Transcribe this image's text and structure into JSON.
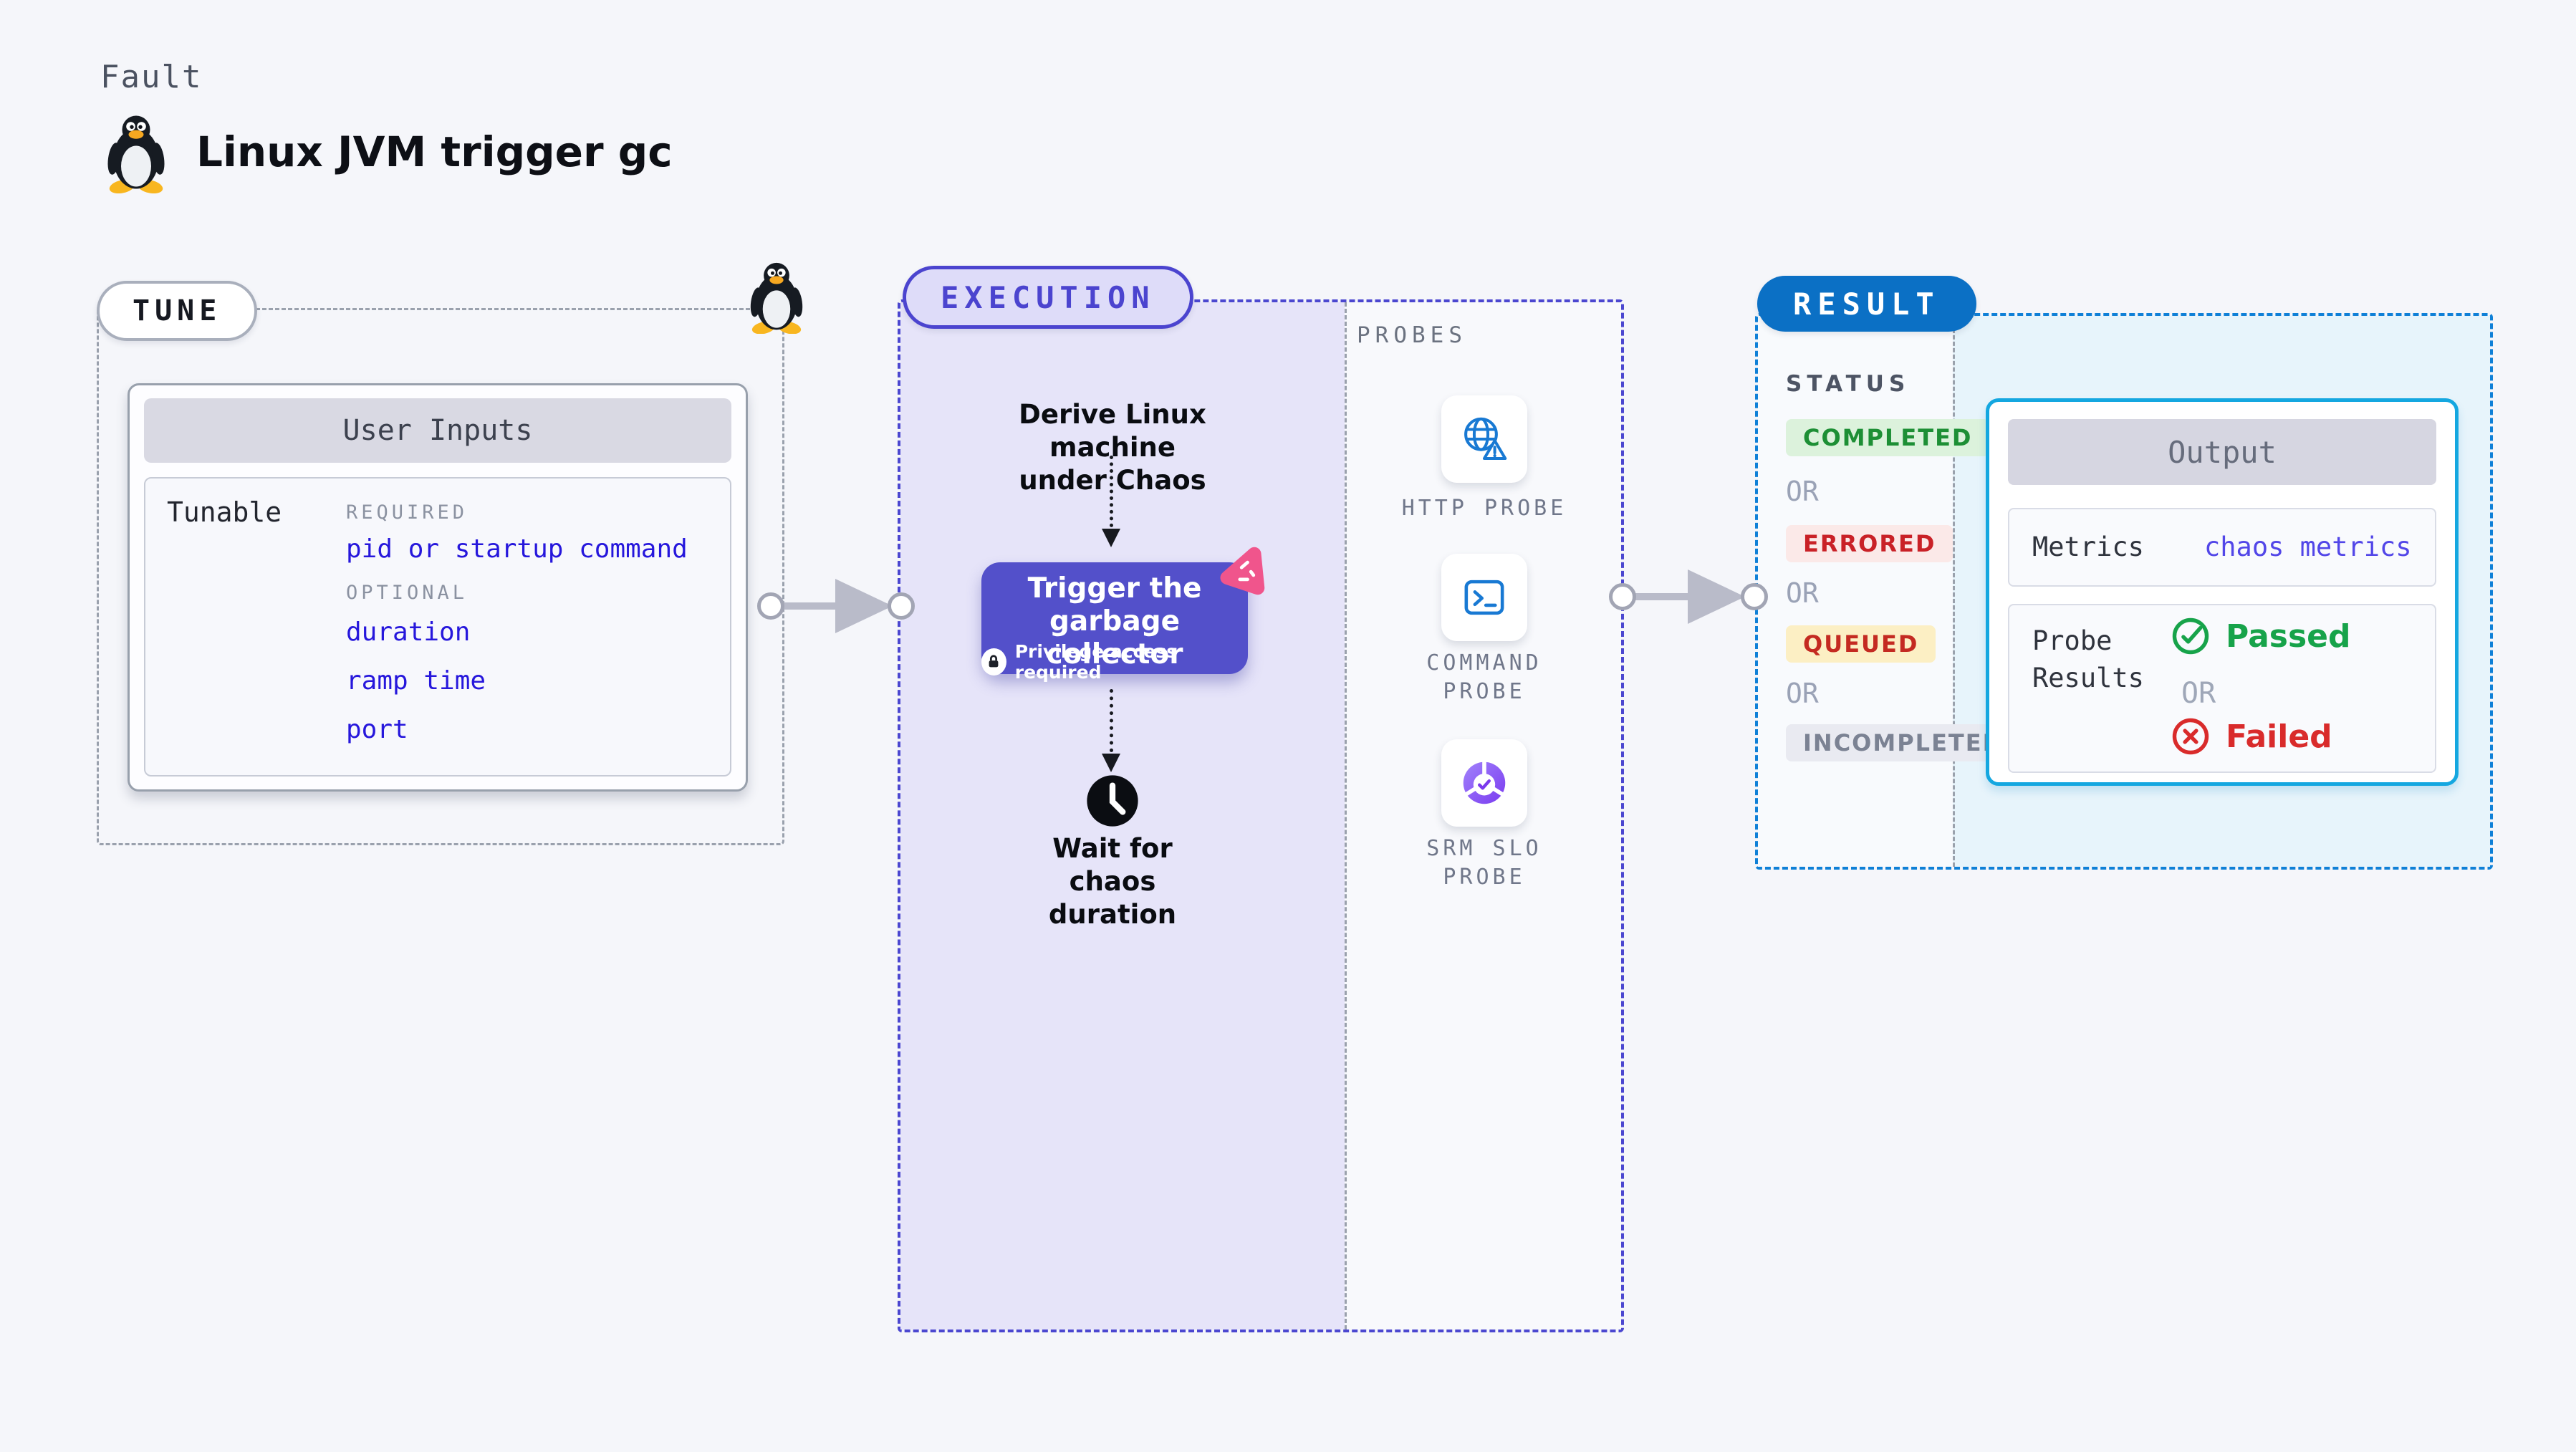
{
  "header": {
    "kicker": "Fault",
    "title": "Linux JVM trigger gc",
    "icon": "tux-penguin-icon"
  },
  "tune": {
    "badge": "TUNE",
    "card": {
      "title": "User Inputs",
      "row_label": "Tunable",
      "required_label": "REQUIRED",
      "required_items": [
        "pid or startup command"
      ],
      "optional_label": "OPTIONAL",
      "optional_items": [
        "duration",
        "ramp time",
        "port"
      ]
    }
  },
  "execution": {
    "badge": "EXECUTION",
    "derive_step": {
      "line1": "Derive Linux machine",
      "line2": "under Chaos"
    },
    "action": {
      "line1": "Trigger the",
      "line2": "garbage collector",
      "badge": "Privilege access required",
      "icon": "chaos-pinwheel-icon"
    },
    "wait_step": {
      "line1": "Wait for chaos",
      "line2": "duration",
      "icon": "clock-icon"
    }
  },
  "probes": {
    "label": "PROBES",
    "items": [
      {
        "line1": "HTTP PROBE",
        "line2": "",
        "icon": "globe-alert-icon"
      },
      {
        "line1": "COMMAND",
        "line2": "PROBE",
        "icon": "terminal-icon"
      },
      {
        "line1": "SRM SLO",
        "line2": "PROBE",
        "icon": "slo-donut-icon"
      }
    ]
  },
  "result": {
    "badge": "RESULT",
    "status_label": "STATUS",
    "or_label": "OR",
    "statuses": [
      {
        "label": "COMPLETED",
        "kind": "success"
      },
      {
        "label": "ERRORED",
        "kind": "error"
      },
      {
        "label": "QUEUED",
        "kind": "warning"
      },
      {
        "label": "INCOMPLETED",
        "kind": "neutral"
      }
    ],
    "output": {
      "title": "Output",
      "metrics_label": "Metrics",
      "metrics_value": "chaos metrics",
      "probe_results_label": "Probe Results",
      "passed_label": "Passed",
      "or_label": "OR",
      "failed_label": "Failed"
    }
  },
  "colors": {
    "page_bg": "#f5f6fa",
    "indigo_accent": "#4b44cf",
    "execution_fill": "#e6e4f9",
    "action_node_bg": "#5350ca",
    "result_badge_blue": "#0b70c5",
    "result_fill": "#e7f4fb",
    "output_border_cyan": "#14a7e0",
    "tune_link_blue": "#2617dc",
    "success_green": "#17a34a",
    "error_red": "#c92127",
    "queued_bg": "#fcefc4",
    "probe_icon_blue": "#1879d3",
    "slo_purple": "#7c3aed",
    "chaos_pink": "#f0558c"
  }
}
